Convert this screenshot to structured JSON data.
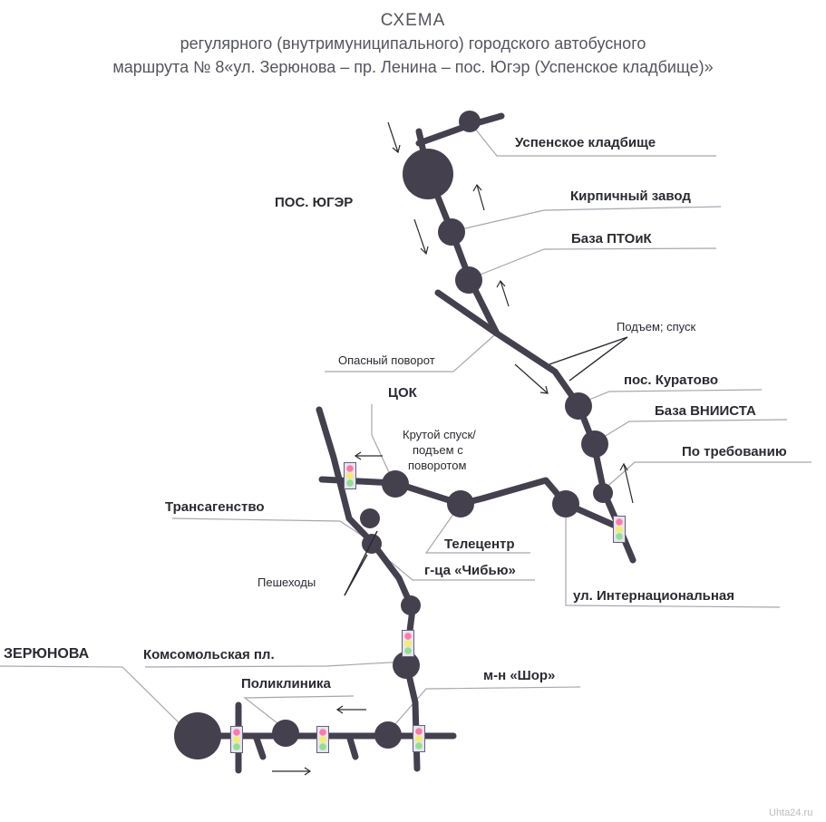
{
  "title": {
    "line1": "СХЕМА",
    "line2": "регулярного (внутримуниципального) городского автобусного",
    "line3": "маршрута № 8«ул. Зерюнова – пр. Ленина – пос. Югэр (Успенское кладбище)»"
  },
  "stops": {
    "uspenskoe": "Успенское кладбище",
    "yuger": "ПОС. ЮГЭР",
    "kirpichny": "Кирпичный завод",
    "baza_ptoik": "База ПТОиК",
    "kuratovo": "пос. Куратово",
    "baza_vniista": "База ВНИИСТА",
    "po_trebovaniyu": "По требованию",
    "tsok": "ЦОК",
    "transagentstvo": "Трансагенство",
    "telecentr": "Телецентр",
    "chibyu": "г-ца «Чибью»",
    "internatsionalnaya": "ул. Интернациональная",
    "zeryunova": "ЗЕРЮНОВА",
    "komsomolskaya": "Комсомольская пл.",
    "poliklinika": "Поликлиника",
    "shor": "м-н «Шор»"
  },
  "notes": {
    "podem_spusk": "Подъем; спуск",
    "opasny_povorot": "Опасный поворот",
    "krutoy_line1": "Крутой спуск/",
    "krutoy_line2": "подъем с",
    "krutoy_line3": "поворотом",
    "peshekhody": "Пешеходы"
  },
  "watermark": "Uhta24.ru",
  "colors": {
    "route": "#44404e",
    "traffic_light_red": "#ff7aa6",
    "traffic_light_yellow": "#f2ee6a",
    "traffic_light_green": "#8fe08f"
  }
}
